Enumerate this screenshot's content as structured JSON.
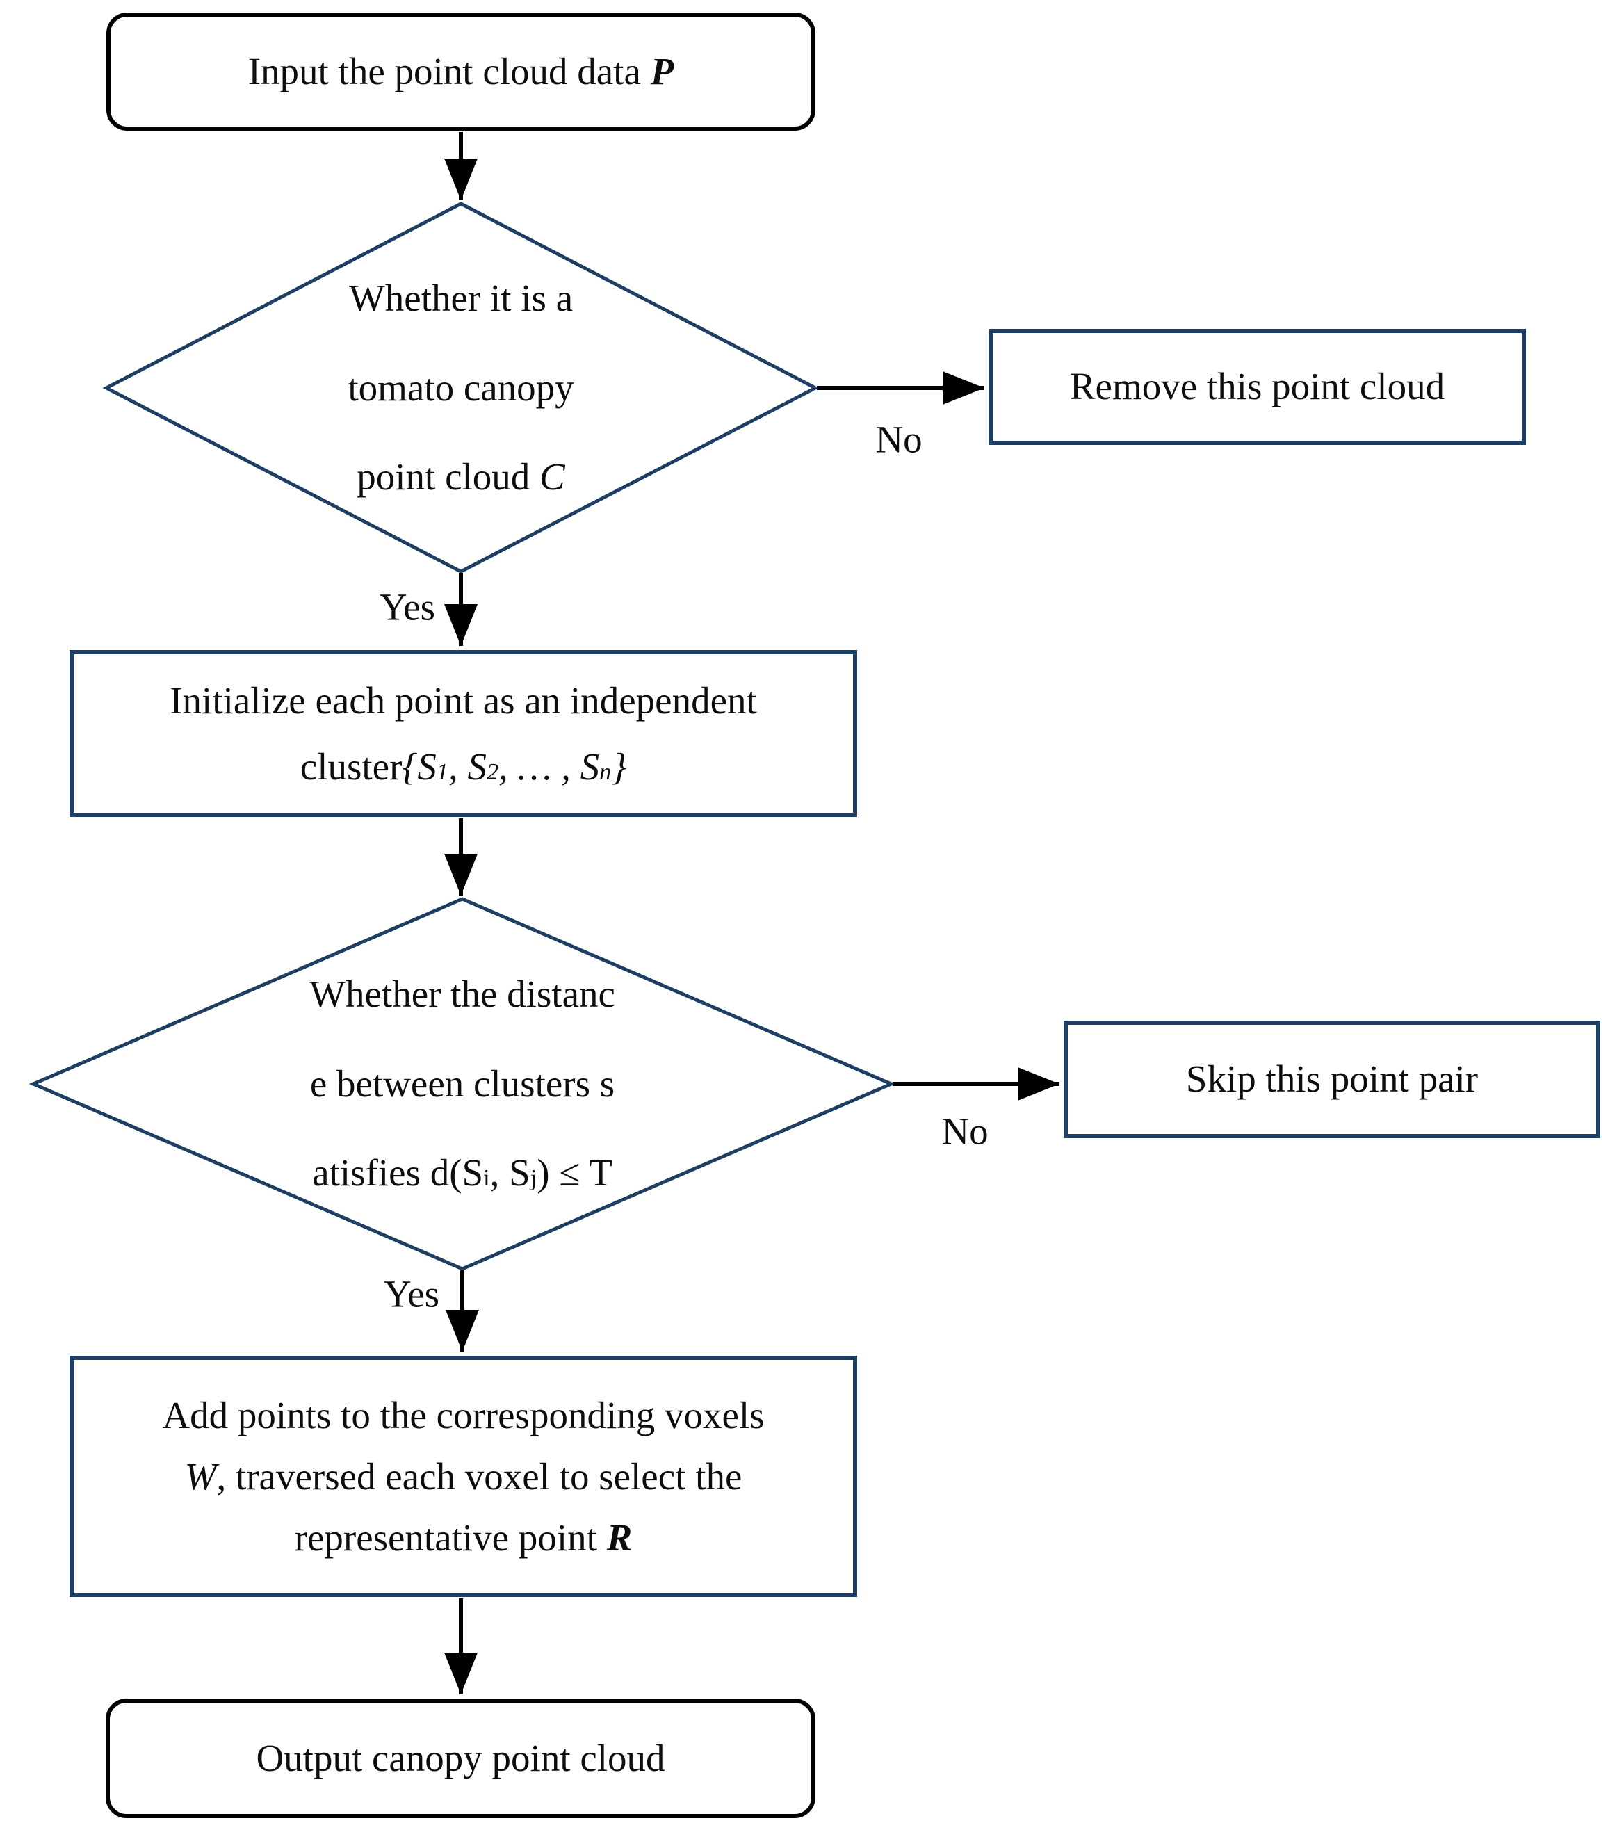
{
  "figure": {
    "type": "flowchart",
    "colors": {
      "decision_and_process_border": "#1F3E64",
      "terminal_border": "#000000",
      "arrow": "#000000",
      "text": "#0d0d0d",
      "background": "#FFFFFF"
    },
    "nodes": {
      "input": {
        "shape": "rounded-rect",
        "text": "Input the point cloud data ",
        "var": "P"
      },
      "decision1": {
        "shape": "diamond",
        "line1": "Whether it is a",
        "line2": "tomato canopy",
        "line3_text": "point cloud ",
        "line3_var": "C"
      },
      "remove": {
        "shape": "rect",
        "text": "Remove this point cloud"
      },
      "init": {
        "shape": "rect",
        "line1": "Initialize each point as an independent",
        "line2": {
          "prefix": "cluster",
          "open": "{S",
          "s1": "1",
          "c1": ", S",
          "s2": "2",
          "c2": ", … , S",
          "sn": "n",
          "close": "}"
        }
      },
      "decision2": {
        "shape": "diamond",
        "line1": "Whether the distanc",
        "line2": "e between clusters s",
        "line3": {
          "prefix": "atisfies d(S",
          "sub_i": "i",
          "mid": ", S",
          "sub_j": "j",
          "suffix": ") ≤ T"
        }
      },
      "skip": {
        "shape": "rect",
        "text": "Skip this point pair"
      },
      "voxel": {
        "shape": "rect",
        "line1": "Add points to the corresponding voxels",
        "line2_var": "W",
        "line2_rest": ", traversed each voxel to select the",
        "line3_text": "representative point ",
        "line3_var": "R"
      },
      "output": {
        "shape": "rounded-rect",
        "text": "Output canopy point cloud"
      }
    },
    "edge_labels": {
      "yes1": "Yes",
      "no1": "No",
      "yes2": "Yes",
      "no2": "No"
    }
  }
}
